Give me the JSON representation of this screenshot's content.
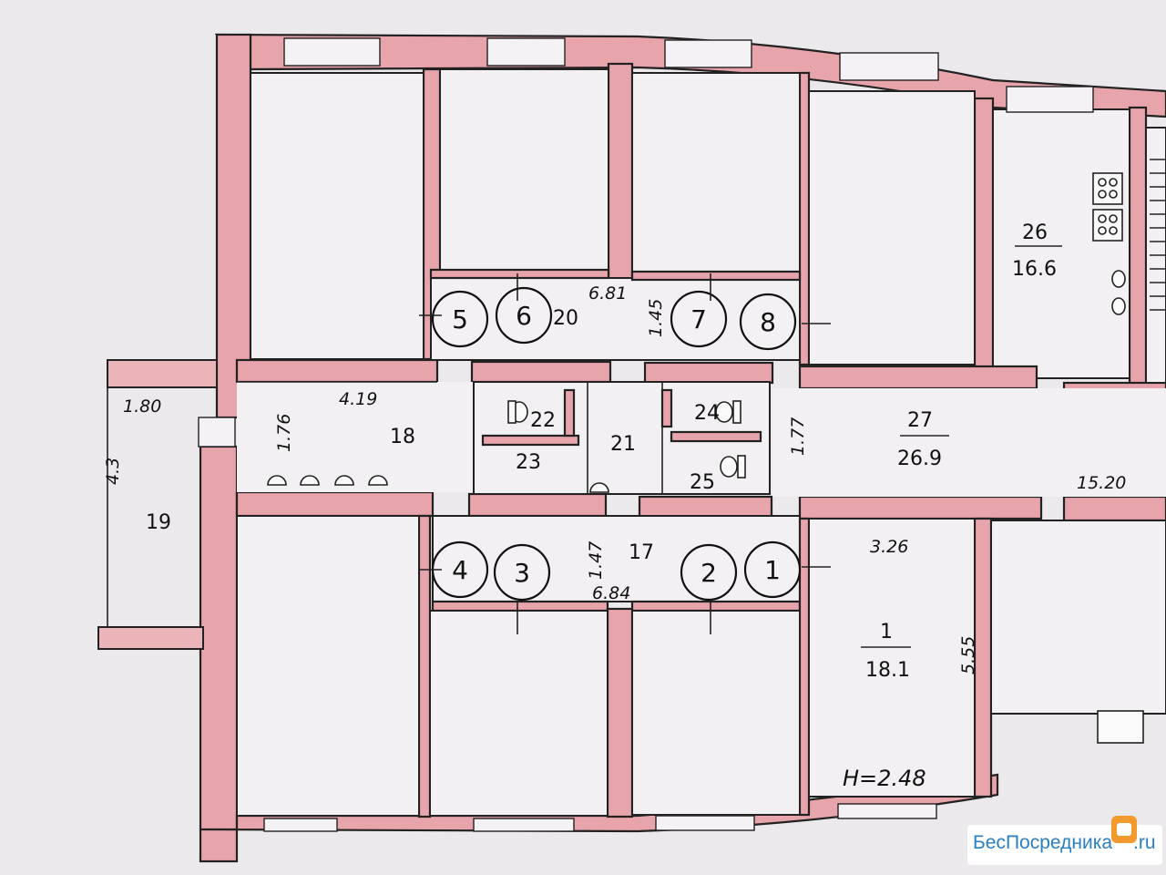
{
  "rooms": {
    "r1": {
      "number": "1",
      "area": "18.1"
    },
    "r17": {
      "number": "17"
    },
    "r18": {
      "number": "18"
    },
    "r19": {
      "number": "19"
    },
    "r20": {
      "number": "20"
    },
    "r21": {
      "number": "21"
    },
    "r22": {
      "number": "22"
    },
    "r23": {
      "number": "23"
    },
    "r24": {
      "number": "24"
    },
    "r25": {
      "number": "25"
    },
    "r26": {
      "number": "26",
      "area": "16.6"
    },
    "r27": {
      "number": "27",
      "area": "26.9"
    }
  },
  "circles": [
    "1",
    "2",
    "3",
    "4",
    "5",
    "6",
    "7",
    "8"
  ],
  "dimensions": {
    "d1_80": "1.80",
    "d4_3": "4.3",
    "d1_76": "1.76",
    "d4_19": "4.19",
    "d6_81": "6.81",
    "d1_45": "1.45",
    "d1_77": "1.77",
    "d1_47": "1.47",
    "d6_84": "6.84",
    "d3_26": "3.26",
    "d5_55": "5.55",
    "d15_20": "15.20"
  },
  "height_note": "H=2.48",
  "watermark": {
    "text": "БесПосредника",
    "suffix": ".ru"
  },
  "colors": {
    "wall": "#e8a4ab",
    "paper": "#ece9ec",
    "line": "#222222",
    "watermark": "#2a7fc1"
  }
}
